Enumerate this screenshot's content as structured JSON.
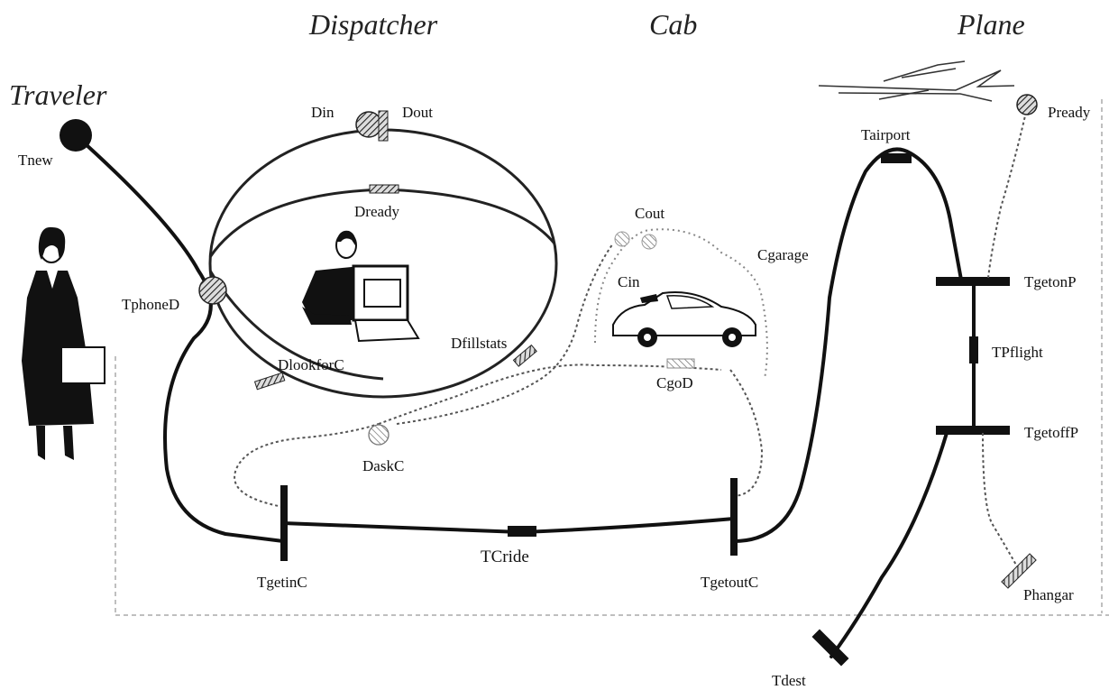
{
  "headers": {
    "dispatcher": "Dispatcher",
    "cab": "Cab",
    "plane": "Plane",
    "traveler": "Traveler"
  },
  "labels": {
    "tnew": "Tnew",
    "tphoned": "TphoneD",
    "din": "Din",
    "dout": "Dout",
    "dready": "Dready",
    "dlookforc": "DlookforC",
    "dfillstats": "Dfillstats",
    "daskc": "DaskC",
    "cout": "Cout",
    "cgarage": "Cgarage",
    "cin": "Cin",
    "cgod": "CgoD",
    "tgetinc": "TgetinC",
    "tcride": "TCride",
    "tgetoutc": "TgetoutC",
    "tairport": "Tairport",
    "pready": "Pready",
    "tgetonp": "TgetonP",
    "tpflight": "TPflight",
    "tgetoffp": "TgetoffP",
    "phangar": "Phangar",
    "tdest": "Tdest"
  },
  "colors": {
    "ink": "#111111",
    "hatch": "#555555",
    "background": "#ffffff"
  }
}
